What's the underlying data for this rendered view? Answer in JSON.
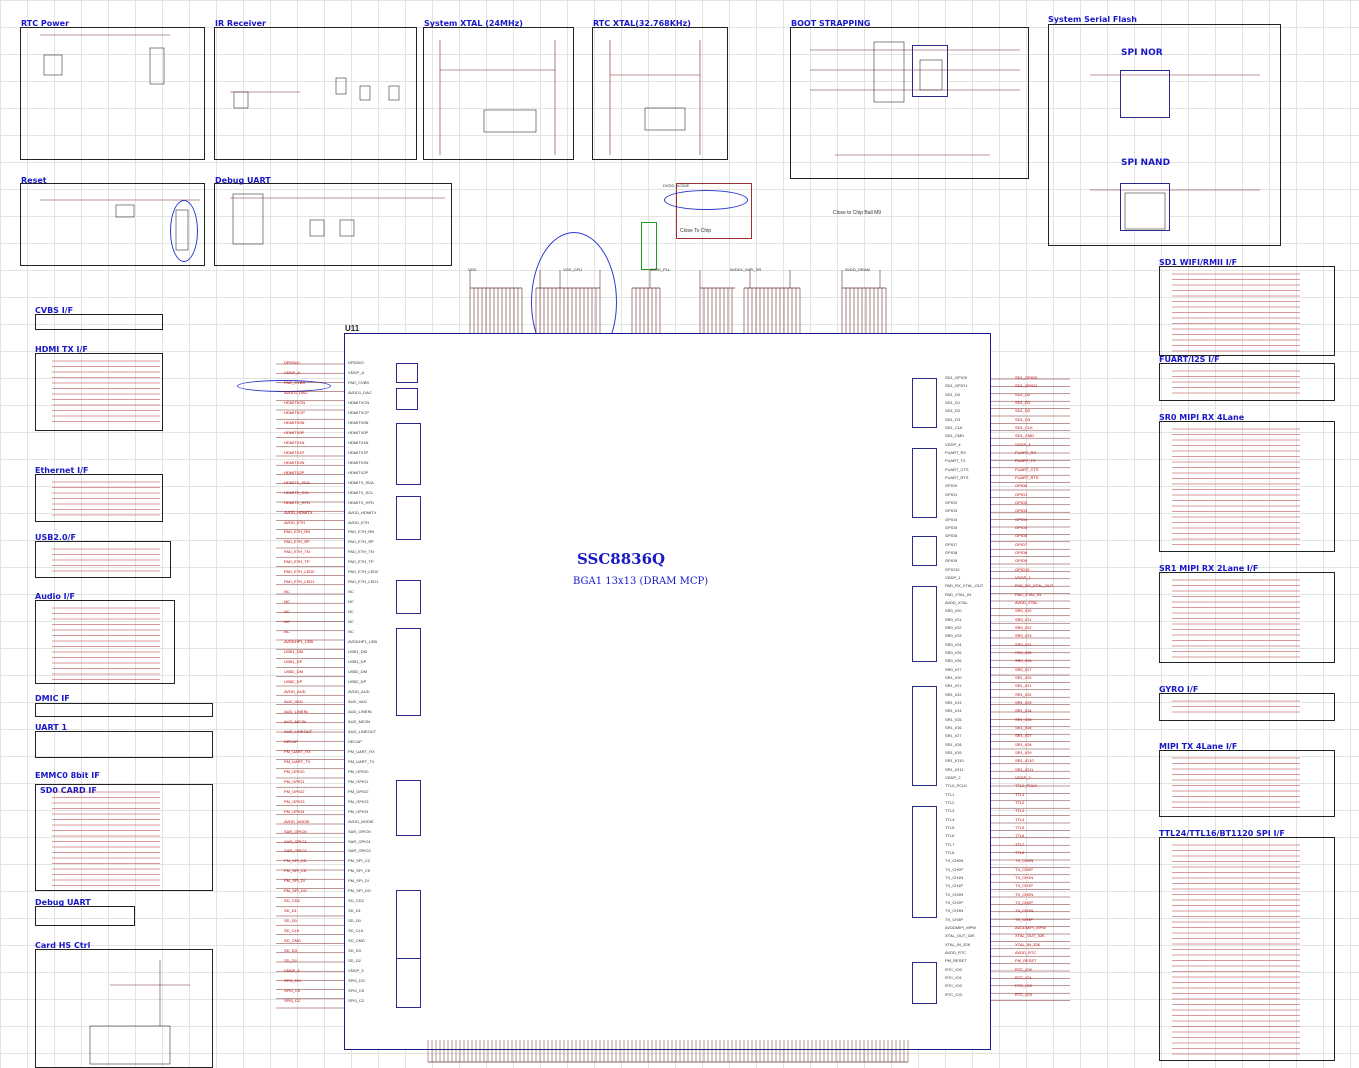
{
  "sections": {
    "rtc_power": "RTC Power",
    "ir_receiver": "IR Receiver",
    "sys_xtal": "System XTAL (24MHz)",
    "rtc_xtal": "RTC XTAL(32.768KHz)",
    "boot_strap": "BOOT STRAPPING",
    "serial_flash": "System Serial Flash",
    "reset": "Reset",
    "debug_uart_top": "Debug UART",
    "cvbs": "CVBS I/F",
    "hdmi": "HDMI TX I/F",
    "ethernet": "Ethernet I/F",
    "usb": "USB2.0/F",
    "audio": "Audio I/F",
    "dmic": "DMIC IF",
    "uart1": "UART 1",
    "emmc": "EMMC0 8bit IF",
    "sd0": "SD0 CARD IF",
    "debug_uart_bottom": "Debug UART",
    "card_hs": "Card HS Ctrl",
    "sd1": "SD1 WIFI/RMII I/F",
    "fuart": "FUART/I2S I/F",
    "sr0": "SR0 MIPI RX 4Lane",
    "sr1": "SR1 MIPI RX 2Lane I/F",
    "gyro": "GYRO I/F",
    "mipi_tx": "MIPI TX 4Lane I/F",
    "ttl": "TTL24/TTL16/BT1120 SPI I/F",
    "spi_nor": "SPI NOR",
    "spi_nand": "SPI NAND"
  },
  "chip": {
    "ref": "U11",
    "name": "SSC8836Q",
    "package": "BGA1 13x13  (DRAM MCP)"
  },
  "notes": {
    "close_to_chip": "Close To Chip",
    "close_ball": "Close to Chip Ball M9"
  },
  "top_rails": [
    "VDD",
    "VDD_CPU",
    "AVDD_PLL",
    "DVDD_NODIE",
    "AVDDL_MIPI_SR",
    "AVDD_DRAM"
  ],
  "left_pins": [
    "DPDDIO",
    "VDDP_A",
    "PAD_CVBS",
    "AVDD1_DAC",
    "HDMITXCN",
    "HDMITXCP",
    "HDMITX0N",
    "HDMITX0P",
    "HDMITX1N",
    "HDMITX1P",
    "HDMITX2N",
    "HDMITX2P",
    "HDMITX_SDA",
    "HDMITX_SCL",
    "HDMITX_HPD",
    "AVDD_HDMITX",
    "AVDD_ETH",
    "PAD_ETH_RN",
    "PAD_ETH_RP",
    "PAD_ETH_TN",
    "PAD_ETH_TP",
    "PAD_ETH_LED0",
    "PAD_ETH_LED1",
    "NC",
    "NC",
    "NC",
    "NC",
    "NC",
    "AVDDHP1_USB",
    "USB1_DM",
    "USB1_DP",
    "USB2_DM",
    "USB2_DP",
    "AVDD_AUD",
    "AUD_VAG",
    "AUD_LINEIN",
    "AUD_MICIN",
    "AUD_LINEOUT",
    "DECAP",
    "PM_UART_RX",
    "PM_UART_TX",
    "PM_GPIO0",
    "PM_GPIO1",
    "PM_GPIO2",
    "PM_GPIO3",
    "PM_GPIO4",
    "AVDD_NODIE",
    "SAR_GPIO0",
    "SAR_GPIO1",
    "SAR_GPIO2",
    "PM_SPI_CZ",
    "PM_SPI_CK",
    "PM_SPI_DI",
    "PM_SPI_DO",
    "SD_CDZ",
    "SD_D1",
    "SD_D0",
    "SD_CLK",
    "SD_CMD",
    "SD_D3",
    "SD_D2",
    "VDDP_3",
    "SPI0_DO",
    "SPI0_CK",
    "SPI0_CZ"
  ],
  "right_pins": [
    "SD1_GPIO0",
    "SD1_GPIO1",
    "SD1_D0",
    "SD1_D1",
    "SD1_D2",
    "SD1_D3",
    "SD1_CLK",
    "SD1_CMD",
    "VDDP_4",
    "FUART_RX",
    "FUART_TX",
    "FUART_CTS",
    "FUART_RTS",
    "GPIO0",
    "GPIO1",
    "GPIO2",
    "GPIO3",
    "GPIO4",
    "GPIO5",
    "GPIO6",
    "GPIO7",
    "GPIO8",
    "GPIO9",
    "GPIO10",
    "VDDP_1",
    "PAD_RX_XTAL_OUT",
    "PAD_XTAL_IN",
    "AVDD_XTAL",
    "SR0_IO0",
    "SR0_IO1",
    "SR0_IO2",
    "SR0_IO3",
    "SR0_IO4",
    "SR0_IO5",
    "SR0_IO6",
    "SR0_IO7",
    "SR1_IO0",
    "SR1_IO1",
    "SR1_IO2",
    "SR1_IO3",
    "SR1_IO4",
    "SR1_IO5",
    "SR1_IO6",
    "SR1_IO7",
    "SR1_IO8",
    "SR1_IO9",
    "SR1_IO10",
    "SR1_IO11",
    "VDDP_2",
    "TTL0_PCLK",
    "TTL1",
    "TTL2",
    "TTL3",
    "TTL4",
    "TTL5",
    "TTL6",
    "TTL7",
    "TTL8",
    "TX_CH0N",
    "TX_CH0P",
    "TX_CH1N",
    "TX_CH1P",
    "TX_CH2N",
    "TX_CH2P",
    "TX_CH3N",
    "TX_CH3P",
    "AVDDMIPI_MPW",
    "XTAL_OUT_32K",
    "XTAL_IN_32K",
    "AVDD_RTC",
    "PM_RESET",
    "RTC_IO0",
    "RTC_IO1",
    "RTC_IO2",
    "RTC_IO3"
  ],
  "colors": {
    "title": "#1818c8",
    "net": "#c00000",
    "green": "#009000",
    "chip_border": "#1a1a8c"
  }
}
